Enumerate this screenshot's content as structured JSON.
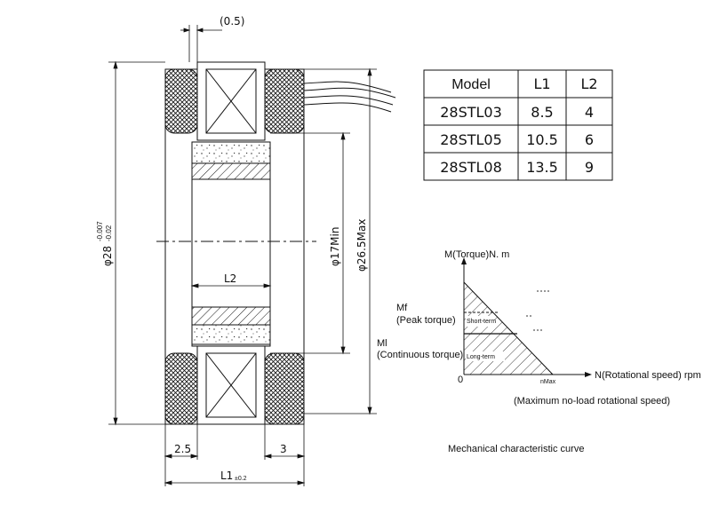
{
  "drawing": {
    "top_gap_dim": "(0.5)",
    "outer_dia_dim": "φ28",
    "outer_dia_tol_upper": "-0.007",
    "outer_dia_tol_lower": "-0.02",
    "inner_dia_dim": "φ17Min",
    "max_dia_dim": "φ26.5Max",
    "l2_dim": "L2",
    "left_step_dim": "2.5",
    "right_step_dim": "3",
    "l1_dim": "L1",
    "l1_tol": "±0.2"
  },
  "table": {
    "headers": [
      "Model",
      "L1",
      "L2"
    ],
    "rows": [
      [
        "28STL03",
        "8.5",
        "4"
      ],
      [
        "28STL05",
        "10.5",
        "6"
      ],
      [
        "28STL08",
        "13.5",
        "9"
      ]
    ]
  },
  "curve": {
    "y_axis_label": "M(Torque)N. m",
    "x_axis_label": "N(Rotational speed) rpm",
    "mf_label": "Mf",
    "peak_torque_label": "(Peak torque)",
    "ml_label": "Ml",
    "continuous_torque_label": "(Continuous torque)",
    "short_term_label": "Short-term",
    "long_term_label": "Long-term",
    "origin_label": "0",
    "nmax_label": "nMax",
    "nmax_caption": "(Maximum no-load rotational speed)",
    "caption": "Mechanical characteristic curve"
  }
}
